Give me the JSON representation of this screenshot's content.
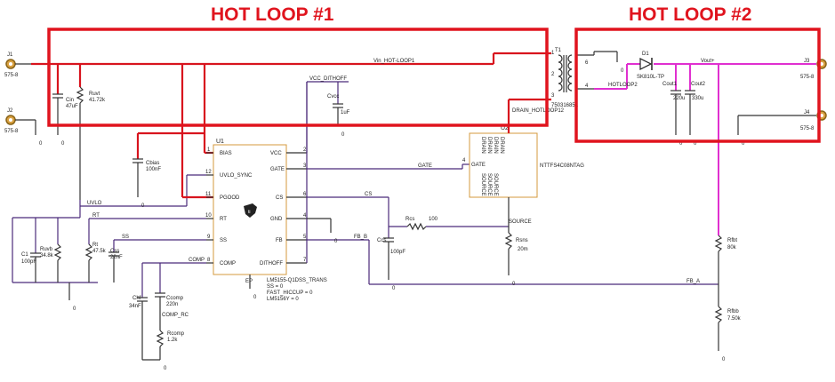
{
  "titles": {
    "loop1": "HOT LOOP #1",
    "loop2": "HOT LOOP #2"
  },
  "colors": {
    "hot_loop_box": "#e0141e",
    "hot_loop_wire": "#d8141e",
    "output_wire": "#e030d0",
    "signal_wire": "#4b2a7a",
    "ic_outline": "#d49a3c"
  },
  "connectors": {
    "j1": {
      "ref": "J1",
      "value": "575-8"
    },
    "j2": {
      "ref": "J2",
      "value": "575-8"
    },
    "j3": {
      "ref": "J3",
      "value": "575-8"
    },
    "j4": {
      "ref": "J4",
      "value": "575-8"
    }
  },
  "nets": {
    "vin": "Vin_HOT-LOOP1",
    "vcc_dithoff": "VCC_DITHOFF",
    "drain": "DRAIN_HOTLOOP12",
    "hotloop2": "HOTLOOP2",
    "vout": "Vout+",
    "uvlo": "UVLO",
    "rt": "RT",
    "ss": "SS",
    "comp": "COMP",
    "gate": "GATE",
    "cs": "CS",
    "fb_b": "FB_B",
    "fb_a": "FB_A",
    "comp_rc": "COMP_RC",
    "source": "SOURCE"
  },
  "components": {
    "cin": {
      "ref": "Cin",
      "value": "47uF"
    },
    "ruvt": {
      "ref": "Ruvt",
      "value": "41.72k"
    },
    "cbias": {
      "ref": "Cbias",
      "value": "100nF"
    },
    "cvcc": {
      "ref": "Cvcc",
      "value": "1uF"
    },
    "c1": {
      "ref": "C1",
      "value": "100pF"
    },
    "ruvb": {
      "ref": "Ruvb",
      "value": "34.8k"
    },
    "rt_res": {
      "ref": "Rt",
      "value": "47.5k"
    },
    "css": {
      "ref": "Css",
      "value": "22nF"
    },
    "chf": {
      "ref": "Chf",
      "value": "34nF"
    },
    "ccomp": {
      "ref": "Ccomp",
      "value": "220n"
    },
    "rcomp": {
      "ref": "Rcomp",
      "value": "1.2k"
    },
    "rcs": {
      "ref": "Rcs",
      "value": "100"
    },
    "ccs": {
      "ref": "Ccs",
      "value": "100pF"
    },
    "rsns": {
      "ref": "Rsns",
      "value": "20m"
    },
    "rfbt": {
      "ref": "Rfbt",
      "value": "80k"
    },
    "rfbb": {
      "ref": "Rfbb",
      "value": "7.50k"
    },
    "d1": {
      "ref": "D1",
      "value": "SK810L-TP"
    },
    "cout1": {
      "ref": "Cout1",
      "value": "220u"
    },
    "cout2": {
      "ref": "Cout2",
      "value": "330u"
    },
    "t1": {
      "ref": "T1",
      "value": "750316851"
    },
    "ground_label": "0"
  },
  "ic_u1": {
    "ref": "U1",
    "params": [
      "LM5155-Q1DSS_TRANS",
      "SS = 0",
      "FAST_HICCUP = 0",
      "LM5156Y = 0"
    ],
    "pins_left": [
      {
        "num": "1",
        "name": "BIAS"
      },
      {
        "num": "12",
        "name": "UVLO_SYNC"
      },
      {
        "num": "11",
        "name": "PGOOD"
      },
      {
        "num": "10",
        "name": "RT"
      },
      {
        "num": "9",
        "name": "SS"
      },
      {
        "num": "8",
        "name": "COMP"
      }
    ],
    "pins_right": [
      {
        "num": "2",
        "name": "VCC"
      },
      {
        "num": "3",
        "name": "GATE"
      },
      {
        "num": "6",
        "name": "CS"
      },
      {
        "num": "4",
        "name": "GND"
      },
      {
        "num": "5",
        "name": "FB"
      },
      {
        "num": "7",
        "name": "DITHOFF"
      }
    ],
    "ep": "EP"
  },
  "mosfet_u2": {
    "ref": "U2",
    "part": "NTTFS4C08NTAG",
    "gate_pin": "4",
    "gate_name": "GATE",
    "drain_pins": [
      "DRAIN",
      "DRAIN",
      "DRAIN",
      "DRAIN"
    ],
    "source_pins": [
      "SOURCE",
      "SOURCE",
      "SOURCE"
    ]
  },
  "transformer_pins": [
    "1",
    "2",
    "3",
    "6",
    "4"
  ]
}
